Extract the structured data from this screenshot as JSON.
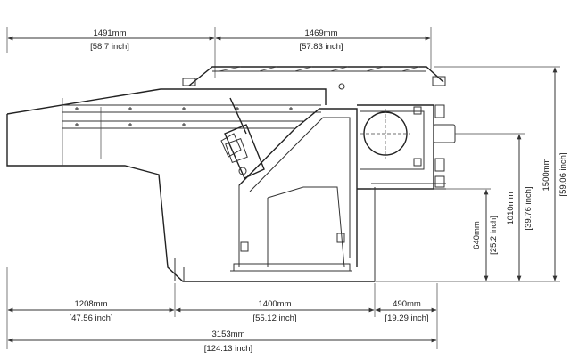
{
  "top_dimensions": [
    {
      "mm": "1491mm",
      "inch": "[58.7 inch]"
    },
    {
      "mm": "1469mm",
      "inch": "[57.83 inch]"
    }
  ],
  "bottom_dimensions": [
    {
      "mm": "1208mm",
      "inch": "[47.56 inch]"
    },
    {
      "mm": "1400mm",
      "inch": "[55.12 inch]"
    },
    {
      "mm": "490mm",
      "inch": "[19.29 inch]"
    }
  ],
  "overall_dimension": {
    "mm": "3153mm",
    "inch": "[124.13 inch]"
  },
  "right_dimensions": [
    {
      "mm": "640mm",
      "inch": "[25.2 inch]"
    },
    {
      "mm": "1010mm",
      "inch": "[39.76 inch]"
    },
    {
      "mm": "1500mm",
      "inch": "[59.06 inch]"
    }
  ]
}
